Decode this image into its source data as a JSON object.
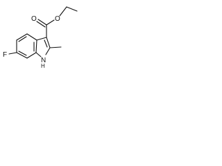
{
  "atoms": {
    "carbonyl_o": "O",
    "ester_o": "O",
    "fluorine": "F",
    "nh_n": "N",
    "nh_h": "H"
  }
}
